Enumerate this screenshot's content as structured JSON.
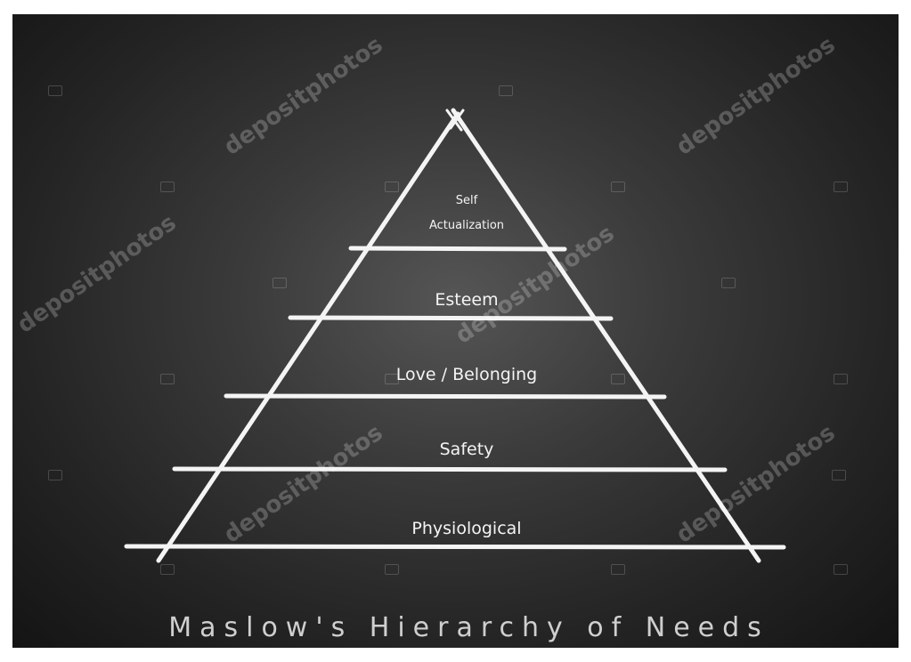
{
  "title": "Maslow's Hierarchy of Needs",
  "levels": {
    "self_line1": "Self",
    "self_line2": "Actualization",
    "esteem": "Esteem",
    "love": "Love / Belonging",
    "safety": "Safety",
    "physiological": "Physiological"
  },
  "watermark": "depositphotos",
  "colors": {
    "board": "#2a2a2a",
    "chalk": "#f4f4f4"
  },
  "icons": [
    "camera-icon"
  ]
}
